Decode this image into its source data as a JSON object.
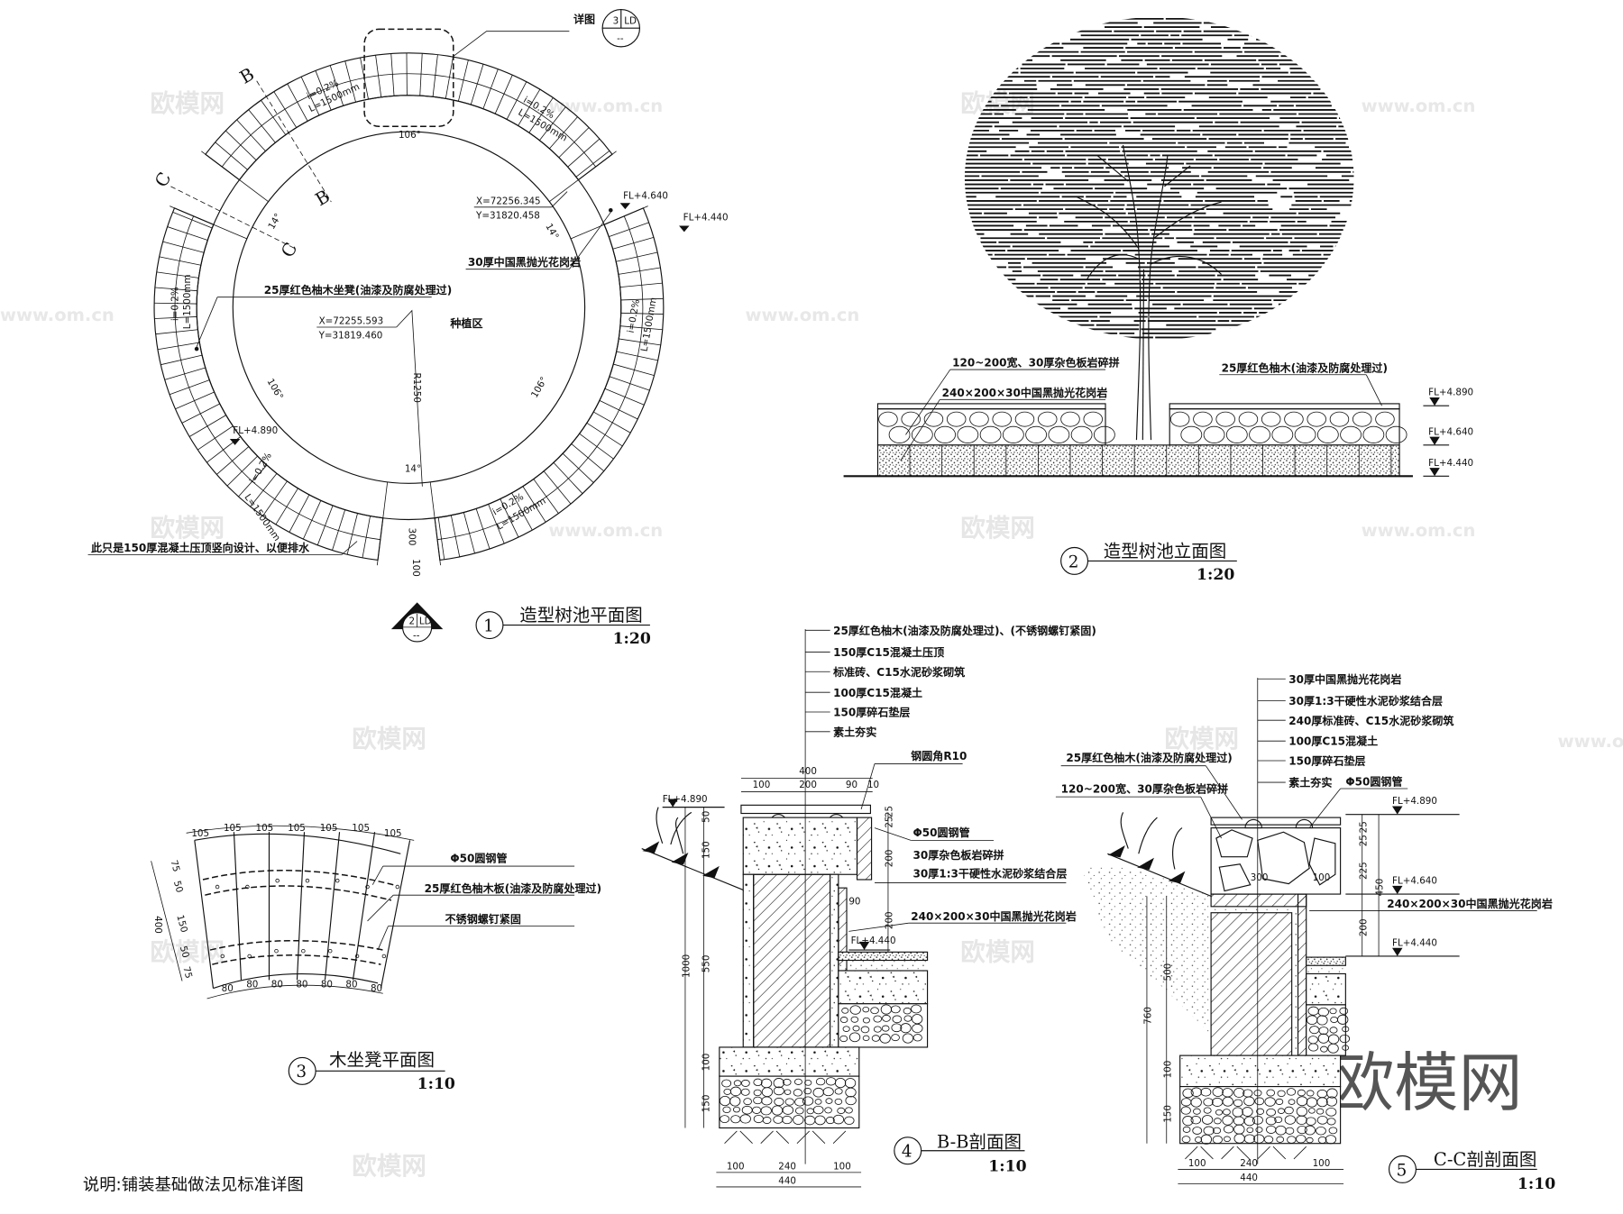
{
  "watermarks": {
    "brand": "欧模网",
    "url": "www.om.cn"
  },
  "plan": {
    "title_num": "1",
    "title": "造型树池平面图",
    "scale": "1:20",
    "detail_label": "详图",
    "detail_ref": {
      "num": "3",
      "sheet": "LD",
      "page": "--"
    },
    "index_ref": {
      "num": "2",
      "sheet": "LD",
      "page": "--"
    },
    "section_marks": [
      "B",
      "B",
      "C",
      "C"
    ],
    "slope_i": "i=0.2%",
    "slope_L": "L=1500mm",
    "angle_large": "106°",
    "angle_small": "14°",
    "coord1": {
      "x": "X=72256.345",
      "y": "Y=31820.458"
    },
    "coord2": {
      "x": "X=72255.593",
      "y": "Y=31819.460"
    },
    "fl": [
      "FL+4.640",
      "FL+4.440",
      "FL+4.890"
    ],
    "granite_label": "30厚中国黑抛光花岗岩",
    "bench_label": "25厚红色柚木坐凳(油漆及防腐处理过)",
    "planting_label": "种植区",
    "radius_label": "R1250",
    "note": "此只是150厚混凝土压顶竖向设计、以便排水",
    "dims": [
      "300",
      "100"
    ]
  },
  "elevation": {
    "title_num": "2",
    "title": "造型树池立面图",
    "scale": "1:20",
    "labels": [
      "120~200宽、30厚杂色板岩碎拼",
      "240×200×30中国黑抛光花岗岩",
      "25厚红色柚木(油漆及防腐处理过)"
    ],
    "fl": [
      "FL+4.890",
      "FL+4.640",
      "FL+4.440"
    ]
  },
  "bench_plan": {
    "title_num": "3",
    "title": "木坐凳平面图",
    "scale": "1:10",
    "top_dims": [
      "105",
      "105",
      "105",
      "105",
      "105",
      "105",
      "105"
    ],
    "bottom_dims": [
      "80",
      "80",
      "80",
      "80",
      "80",
      "80",
      "80"
    ],
    "side_dims": [
      "75",
      "50",
      "150",
      "50",
      "75"
    ],
    "total_dim": "400",
    "labels": [
      "Φ50圆钢管",
      "25厚红色柚木板(油漆及防腐处理过)",
      "不锈钢螺钉紧固"
    ]
  },
  "section_bb": {
    "title_num": "4",
    "title": "B-B剖面图",
    "scale": "1:10",
    "layers": [
      "25厚红色柚木(油漆及防腐处理过)、(不锈钢螺钉紧固)",
      "150厚C15混凝土压顶",
      "标准砖、C15水泥砂浆砌筑",
      "100厚C15混凝土",
      "150厚碎石垫层",
      "素土夯实"
    ],
    "chamfer": "钢圆角R10",
    "top_total": "400",
    "top_dims": [
      "100",
      "200",
      "90",
      "10"
    ],
    "right_labels": [
      "Φ50圆钢管",
      "30厚杂色板岩碎拼",
      "30厚1:3干硬性水泥砂浆结合层",
      "240×200×30中国黑抛光花岗岩"
    ],
    "right_dims": [
      "25",
      "25",
      "200",
      "200",
      "90"
    ],
    "fl": [
      "FL+4.890",
      "FL+4.440"
    ],
    "left_dims": [
      "50",
      "150",
      "550",
      "1000",
      "100",
      "150"
    ],
    "bottom_dims": [
      "100",
      "240",
      "100"
    ],
    "bottom_total": "440"
  },
  "section_cc": {
    "title_num": "5",
    "title": "C-C剖剖面图",
    "scale": "1:10",
    "layers": [
      "30厚中国黑抛光花岗岩",
      "30厚1:3干硬性水泥砂浆结合层",
      "240厚标准砖、C15水泥砂浆砌筑",
      "100厚C15混凝土",
      "150厚碎石垫层",
      "素土夯实"
    ],
    "left_labels": [
      "25厚红色柚木(油漆及防腐处理过)",
      "120~200宽、30厚杂色板岩碎拼"
    ],
    "pipe_label": "Φ50圆钢管",
    "granite_label": "240×200×30中国黑抛光花岗岩",
    "fl": [
      "FL+4.890",
      "FL+4.640",
      "FL+4.440"
    ],
    "right_dims": [
      "25",
      "25",
      "225",
      "450",
      "200"
    ],
    "inner_dims": [
      "300",
      "100"
    ],
    "left_dims": [
      "500",
      "760",
      "100",
      "150"
    ],
    "bottom_dims": [
      "100",
      "240",
      "100"
    ],
    "bottom_total": "440"
  },
  "note": "说明:铺装基础做法见标准详图"
}
